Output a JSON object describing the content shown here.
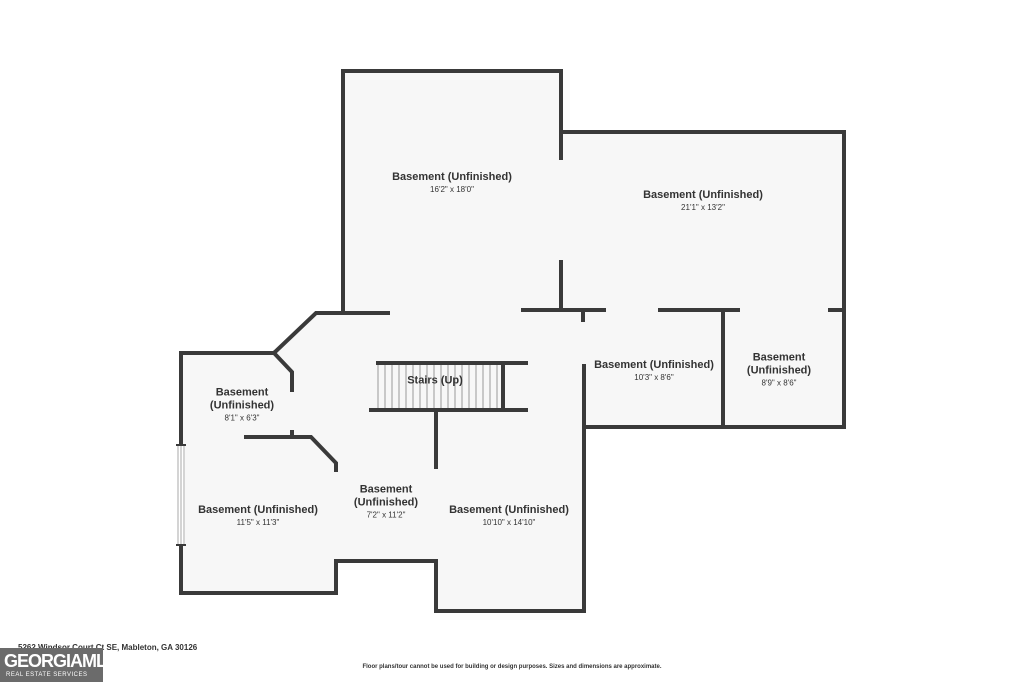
{
  "rooms": [
    {
      "name": "Basement (Unfinished)",
      "dims": "16'2\" x 18'0\""
    },
    {
      "name": "Basement (Unfinished)",
      "dims": "21'1\" x 13'2\""
    },
    {
      "name": "Basement (Unfinished)",
      "dims": "10'3\" x 8'6\""
    },
    {
      "name": "Basement (Unfinished)",
      "dims": "8'9\" x 8'6\""
    },
    {
      "name": "Basement (Unfinished)",
      "dims": "8'1\" x 6'3\""
    },
    {
      "name": "Stairs (Up)",
      "dims": ""
    },
    {
      "name": "Basement (Unfinished)",
      "dims": "11'5\" x 11'3\""
    },
    {
      "name": "Basement (Unfinished)",
      "dims": "7'2\" x 11'2\""
    },
    {
      "name": "Basement (Unfinished)",
      "dims": "10'10\" x 14'10\""
    }
  ],
  "footer": {
    "address": "5262 Windsor Court Ct SE, Mableton, GA 30126",
    "disclaimer": "Floor plans/tour cannot be used for building or design purposes. Sizes and dimensions are approximate."
  },
  "logo": {
    "main": "GEORGIAMLS",
    "sub": "REAL ESTATE SERVICES"
  },
  "colors": {
    "wall": "#3a3a3a",
    "floor": "#f7f7f7",
    "text": "#333333",
    "logo_bg": "#6b6b6b"
  }
}
